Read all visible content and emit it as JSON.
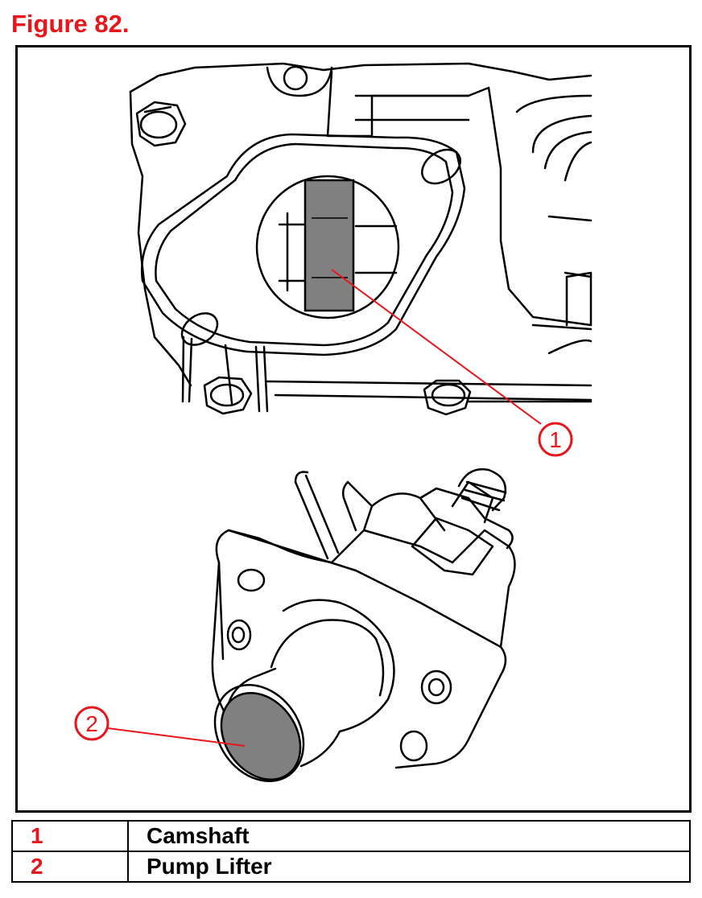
{
  "figure": {
    "title": "Figure 82.",
    "callouts": [
      "1",
      "2"
    ]
  },
  "legend": {
    "rows": [
      {
        "number": "1",
        "label": "Camshaft"
      },
      {
        "number": "2",
        "label": "Pump Lifter"
      }
    ]
  },
  "colors": {
    "accent": "#e8151b",
    "highlight_fill": "#808080",
    "line": "#000000"
  }
}
